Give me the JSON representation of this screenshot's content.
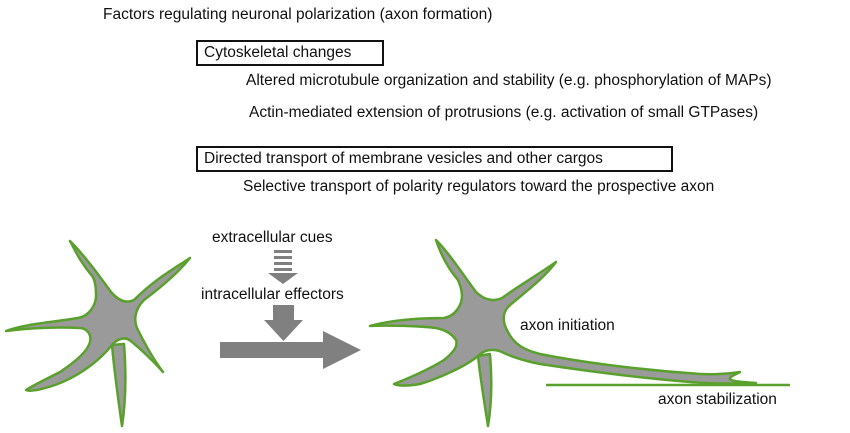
{
  "title": "Factors regulating neuronal polarization (axon formation)",
  "sections": [
    {
      "heading": "Cytoskeletal changes",
      "items": [
        "Altered microtubule organization and stability (e.g. phosphorylation of MAPs)",
        "Actin-mediated extension of protrusions (e.g. activation of small GTPases)"
      ]
    },
    {
      "heading": "Directed transport of membrane vesicles and other cargos",
      "items": [
        "Selective transport of polarity regulators toward the prospective axon"
      ]
    }
  ],
  "diagram": {
    "cue_label": "extracellular cues",
    "effector_label": "intracellular effectors",
    "axon_initiation_label": "axon initiation",
    "axon_stabilization_label": "axon stabilization",
    "colors": {
      "membrane": "#5aa02c",
      "cell_body": "#9a9a9a",
      "arrow": "#808080"
    }
  }
}
